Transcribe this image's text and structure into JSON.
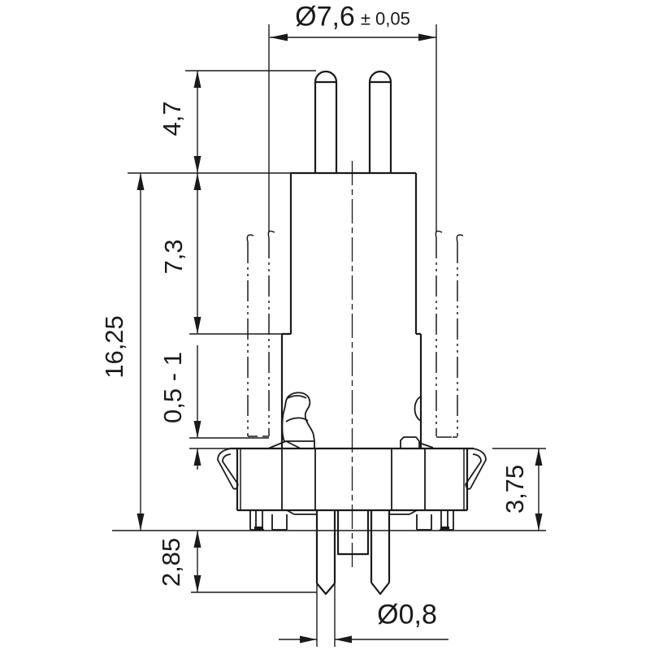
{
  "drawing": {
    "colors": {
      "line": "#1a1a1a",
      "background": "#ffffff"
    },
    "dimensions": {
      "top_diameter": {
        "value": "Ø7,6",
        "tolerance": "± 0,05"
      },
      "pin_length": "4,7",
      "upper_body_height": "7,3",
      "overall_height": "16,25",
      "clearance_range": "0,5 - 1",
      "lead_protrusion": "2,85",
      "flange_height": "3,75",
      "lead_diameter": "Ø0,8"
    }
  }
}
